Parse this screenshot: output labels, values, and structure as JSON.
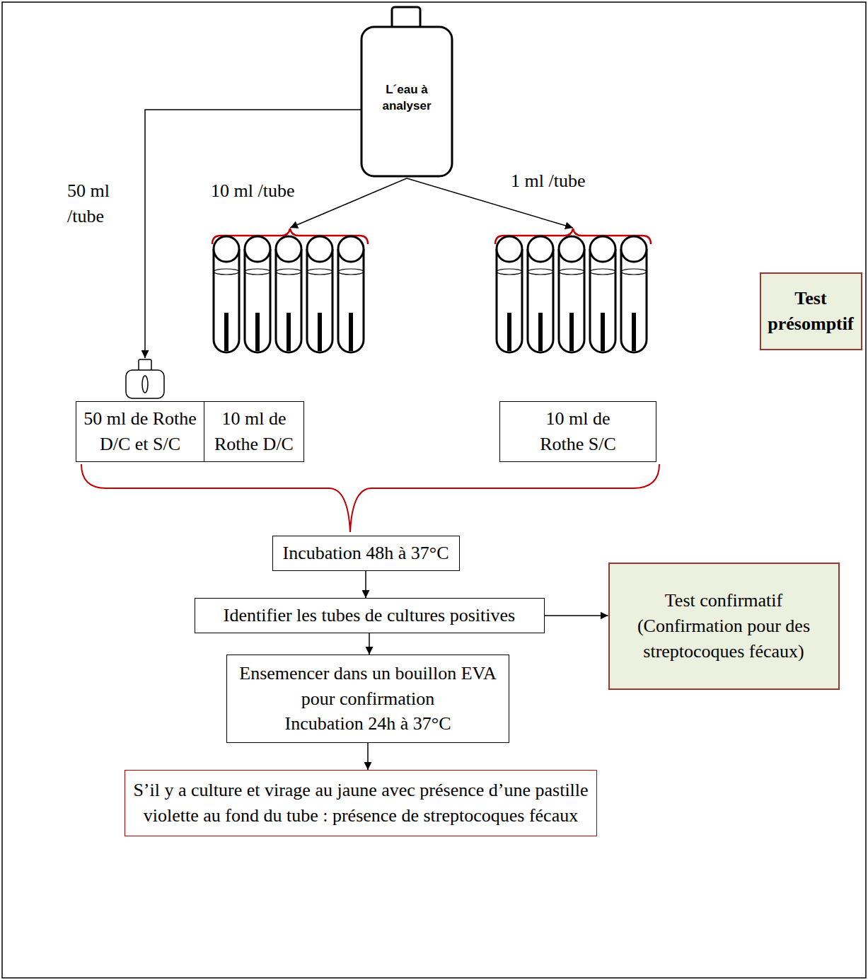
{
  "diagram": {
    "nodes": [
      {
        "text": [
          "L´eau à analyser"
        ]
      },
      {
        "text": [
          "Test présomptif"
        ]
      },
      {
        "text": [
          "50 ml de Rothe D/C et S/C"
        ]
      },
      {
        "text": [
          "10 ml de Rothe D/C"
        ]
      },
      {
        "text": [
          "10 ml de Rothe S/C"
        ]
      },
      {
        "text": [
          "Incubation 48h à 37°C"
        ]
      },
      {
        "text": [
          "Identifier les tubes de cultures positives"
        ]
      },
      {
        "text": [
          "Test confirmatif (Confirmation pour des streptocoques fécaux)"
        ]
      },
      {
        "text": [
          "Ensemencer dans un bouillon EVA pour confirmation",
          "Incubation 24h à 37°C"
        ]
      },
      {
        "text": [
          "S’il y a culture et virage au jaune avec présence d’une pastille violette au fond du tube : présence de streptocoques fécaux"
        ]
      }
    ],
    "edges": [
      {
        "from": 5,
        "to": 6,
        "arrow": "to"
      },
      {
        "from": 6,
        "to": 7,
        "arrow": "to"
      },
      {
        "from": 6,
        "to": 8,
        "arrow": "to"
      },
      {
        "from": 8,
        "to": 9,
        "arrow": "to"
      }
    ],
    "labels": [
      "50 ml /tube",
      "10 ml /tube",
      "1 ml /tube"
    ]
  }
}
